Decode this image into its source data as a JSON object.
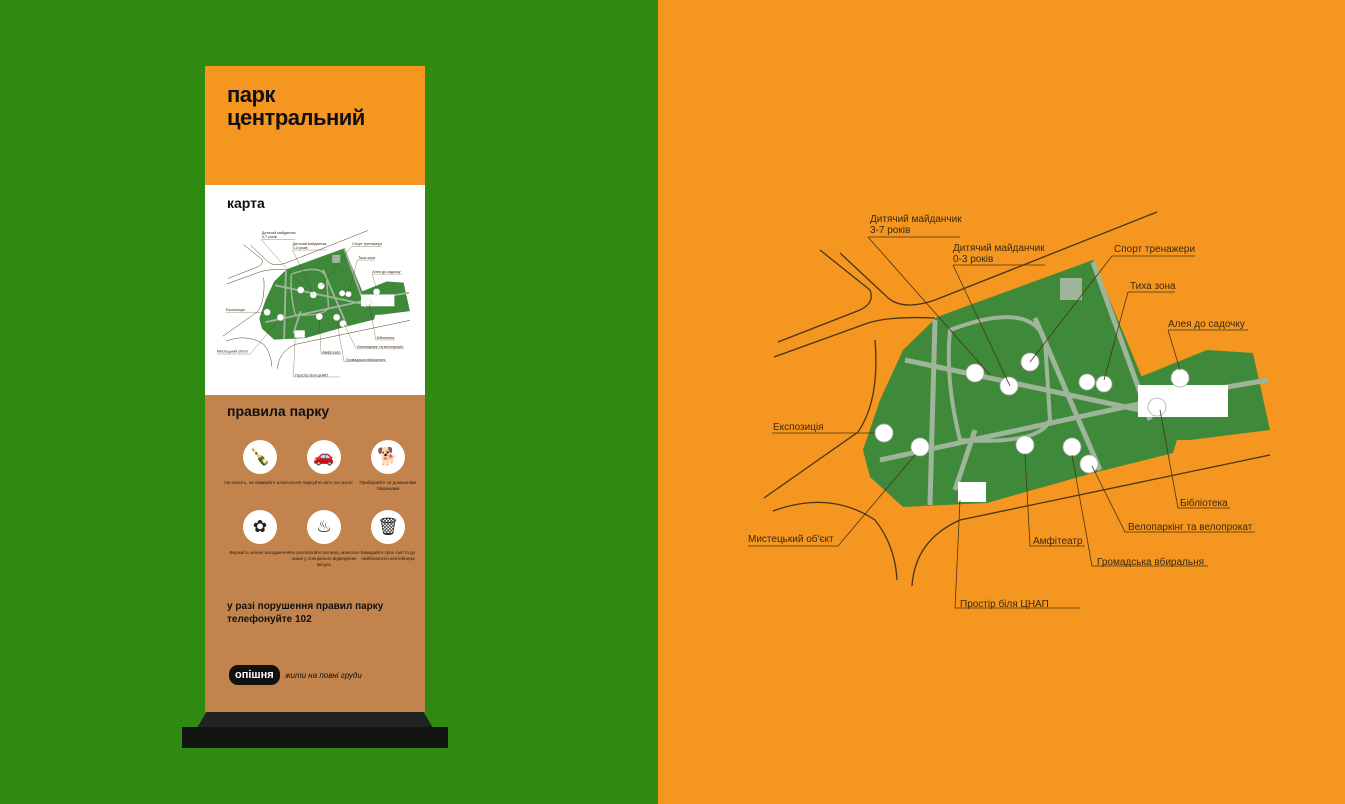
{
  "stand": {
    "title_line1": "парк",
    "title_line2": "центральний",
    "map_heading": "карта",
    "rules_heading": "правила парку",
    "rules": [
      {
        "icon": "no-alcohol-icon",
        "glyph": "🍾",
        "label": "Не палить, не вживайте алкоголь"
      },
      {
        "icon": "no-car-icon",
        "glyph": "🚗",
        "label": "Не паркуйте авто на газоні"
      },
      {
        "icon": "dog-cleanup-icon",
        "glyph": "🐕",
        "label": "Прибирайте за домашніми тваринами"
      },
      {
        "icon": "flower-icon",
        "glyph": "✿",
        "label": "Бережіть зелені насадження"
      },
      {
        "icon": "grill-icon",
        "glyph": "♨",
        "label": "Не розпалюйте вогнищ, мангали лише у спеціально відведених місцях"
      },
      {
        "icon": "trash-bin-icon",
        "glyph": "🗑",
        "label": "Викидайте своє сміття до найближчого контейнера"
      }
    ],
    "warning_line1": "у разі порушення правил парку",
    "warning_line2": "телефонуйте 102",
    "logo": "опішня",
    "slogan": "жити на повні груди"
  },
  "map": {
    "labels": {
      "playground_3_7_a": "Дитячий майданчик",
      "playground_3_7_b": "3-7 років",
      "playground_0_3_a": "Дитячий майданчик",
      "playground_0_3_b": "0-3 років",
      "sport": "Спорт тренажери",
      "quiet": "Тиха зона",
      "alley": "Алея до садочку",
      "exposition": "Експозиція",
      "art": "Мистецький об'єкт",
      "library": "Бібліотека",
      "bike": "Велопаркінг та велопрокат",
      "amphitheatre": "Амфітеатр",
      "toilet": "Громадська вбиральня",
      "cnap": "Простір біля ЦНАП"
    }
  },
  "colors": {
    "green_bg": "#2f8a12",
    "orange": "#f4961f",
    "brown": "#c2844c",
    "park": "#3f8a3a",
    "path": "#9fb59a"
  }
}
